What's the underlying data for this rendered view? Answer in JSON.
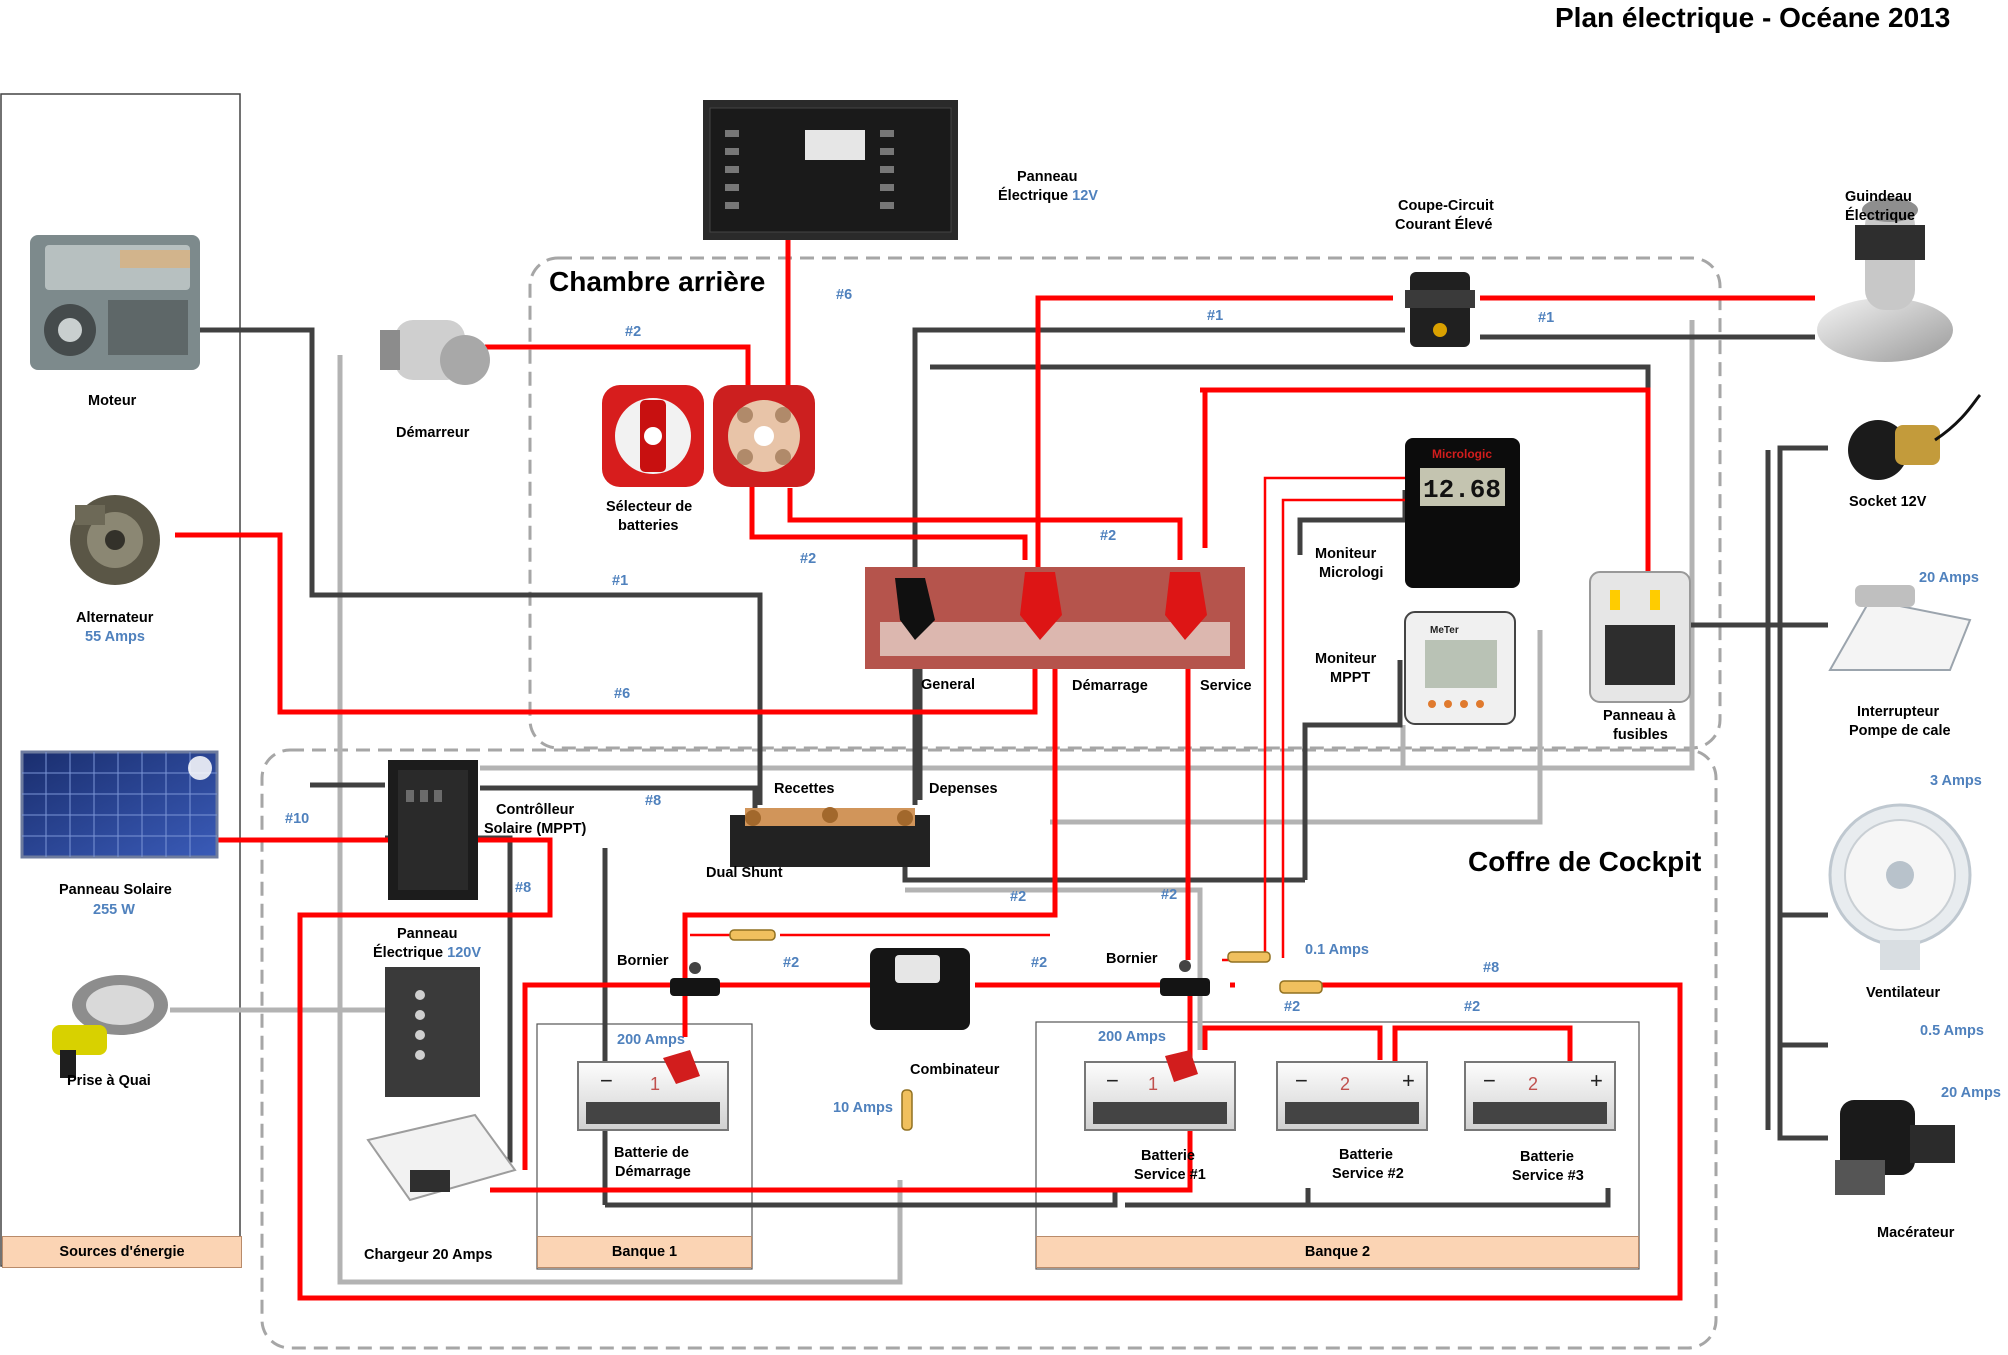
{
  "title": "Plan électrique - Océane 2013",
  "zones": {
    "chambre_arriere": "Chambre arrière",
    "coffre_cockpit": "Coffre de Cockpit"
  },
  "components": {
    "moteur": "Moteur",
    "demarreur": "Démarreur",
    "alternateur": "Alternateur",
    "alternateur_spec": "55 Amps",
    "panneau_solaire": "Panneau Solaire",
    "panneau_solaire_spec": "255 W",
    "prise_quai": "Prise à Quai",
    "selecteur_line1": "Sélecteur de",
    "selecteur_line2": "batteries",
    "panneau12_line1": "Panneau",
    "panneau12_line2": "Électrique ",
    "panneau12_volt": "12V",
    "coupe_line1": "Coupe-Circuit",
    "coupe_line2": "Courant Élevé",
    "guindeau_line1": "Guindeau",
    "guindeau_line2": "Électrique",
    "socket": "Socket 12V",
    "micro_line1": "Moniteur",
    "micro_line2": "Micrologi",
    "mppt_line1": "Moniteur",
    "mppt_line2": "MPPT",
    "fusibles_line1": "Panneau à",
    "fusibles_line2": "fusibles",
    "pompe_line1": "Interrupteur",
    "pompe_line2": "Pompe de cale",
    "ventilateur": "Ventilateur",
    "macerateur": "Macérateur",
    "general": "General",
    "demarrage": "Démarrage",
    "service": "Service",
    "recettes": "Recettes",
    "depenses": "Depenses",
    "controleur_line1": "Contrôlleur",
    "controleur_line2": "Solaire (MPPT)",
    "dual_shunt": "Dual Shunt",
    "panneau120_line1": "Panneau",
    "panneau120_line2": "Électrique ",
    "panneau120_volt": "120V",
    "bornier_left": "Bornier",
    "bornier_right": "Bornier",
    "combinateur": "Combinateur",
    "chargeur": "Chargeur 20 Amps",
    "batt_dem_line1": "Batterie de",
    "batt_dem_line2": "Démarrage",
    "batt_s1_line1": "Batterie",
    "batt_s1_line2": "Service #1",
    "batt_s2_line1": "Batterie",
    "batt_s2_line2": "Service #2",
    "batt_s3_line1": "Batterie",
    "batt_s3_line2": "Service #3",
    "display_value": "12.68",
    "micrologic_brand": "Micrologic",
    "meter_brand": "MeTer"
  },
  "amp_labels": {
    "a20_pompe": "20 Amps",
    "a3_vent": "3 Amps",
    "a05_mac": "0.5 Amps",
    "a20_mac": "20 Amps",
    "a01": "0.1 Amps",
    "a200_left": "200 Amps",
    "a200_right": "200 Amps",
    "a10": "10 Amps"
  },
  "wire_gauges": {
    "g_top6": "#6",
    "g_dem2": "#2",
    "g_1a": "#1",
    "g_1b": "#1",
    "g_sel2": "#2",
    "g_mid2": "#2",
    "g_1c": "#1",
    "g_6b": "#6",
    "g_10": "#10",
    "g_8a": "#8",
    "g_8b": "#8",
    "g_2c": "#2",
    "g_2d": "#2",
    "g_2e": "#2",
    "g_2f": "#2",
    "g_8c": "#8",
    "g_2g": "#2",
    "g_2h": "#2"
  },
  "footers": {
    "sources": "Sources d'énergie",
    "banque1": "Banque 1",
    "banque2": "Banque 2"
  },
  "battery_marks": {
    "b1": "1",
    "s1": "1",
    "s2": "2",
    "s3": "2"
  },
  "colors": {
    "positive_wire": "#ff0000",
    "negative_wire": "#404040",
    "shore_wire": "#b3b3b3",
    "label_blue": "#4f81bd",
    "footer_fill": "#fbd4b4"
  }
}
